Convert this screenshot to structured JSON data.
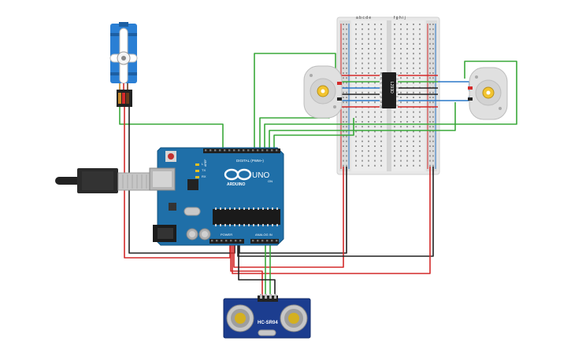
{
  "arduino": {
    "brand": "ARDUINO",
    "model": "UNO",
    "digital_label": "DIGITAL (PWM~)",
    "power_label": "POWER",
    "analog_label": "ANALOG IN",
    "tx_label": "TX",
    "rx_label": "RX",
    "l_label": "L",
    "on_label": "ON",
    "aref_label": "AREF",
    "gnd_label": "GND",
    "board_color": "#1f6fa8"
  },
  "sensor": {
    "name": "HC-SR04",
    "board_color": "#1c3d8f"
  },
  "driver_ic": {
    "name": "L293D"
  },
  "breadboard": {
    "top_letters_left": "a b c d e",
    "top_letters_right": "f g h i j"
  },
  "colors": {
    "wire_green": "#3aa83a",
    "wire_red": "#d42a2a",
    "wire_black": "#222222",
    "wire_blue": "#2a78c8",
    "servo_blue": "#2a7fd4"
  }
}
